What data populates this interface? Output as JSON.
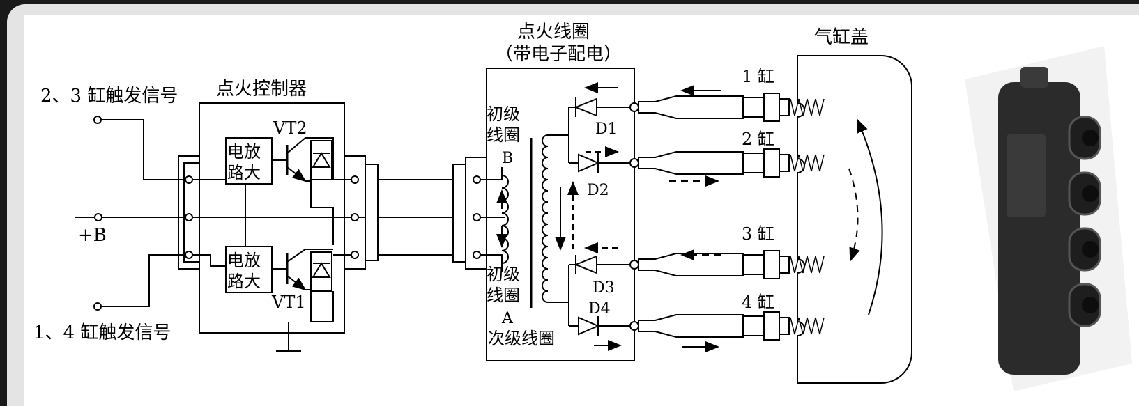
{
  "labels": {
    "trigger_23": "2、3 缸触发信号",
    "trigger_14": "1、4 缸触发信号",
    "plus_b": "+B",
    "controller_title": "点火控制器",
    "amp_top_l1": "电放",
    "amp_top_l2": "路大",
    "amp_bot_l1": "电放",
    "amp_bot_l2": "路大",
    "vt2": "VT2",
    "vt1": "VT1",
    "coil_title_l1": "点火线圈",
    "coil_title_l2": "（带电子配电）",
    "primary_b_l1": "初级",
    "primary_b_l2": "线圈",
    "primary_b_tag": "B",
    "primary_a_l1": "初级",
    "primary_a_l2": "线圈",
    "primary_a_tag": "A",
    "secondary": "次级线圈",
    "d1": "D1",
    "d2": "D2",
    "d3": "D3",
    "d4": "D4",
    "cyl_head": "气缸盖",
    "cyl1": "1 缸",
    "cyl2": "2 缸",
    "cyl3": "3 缸",
    "cyl4": "4 缸"
  }
}
